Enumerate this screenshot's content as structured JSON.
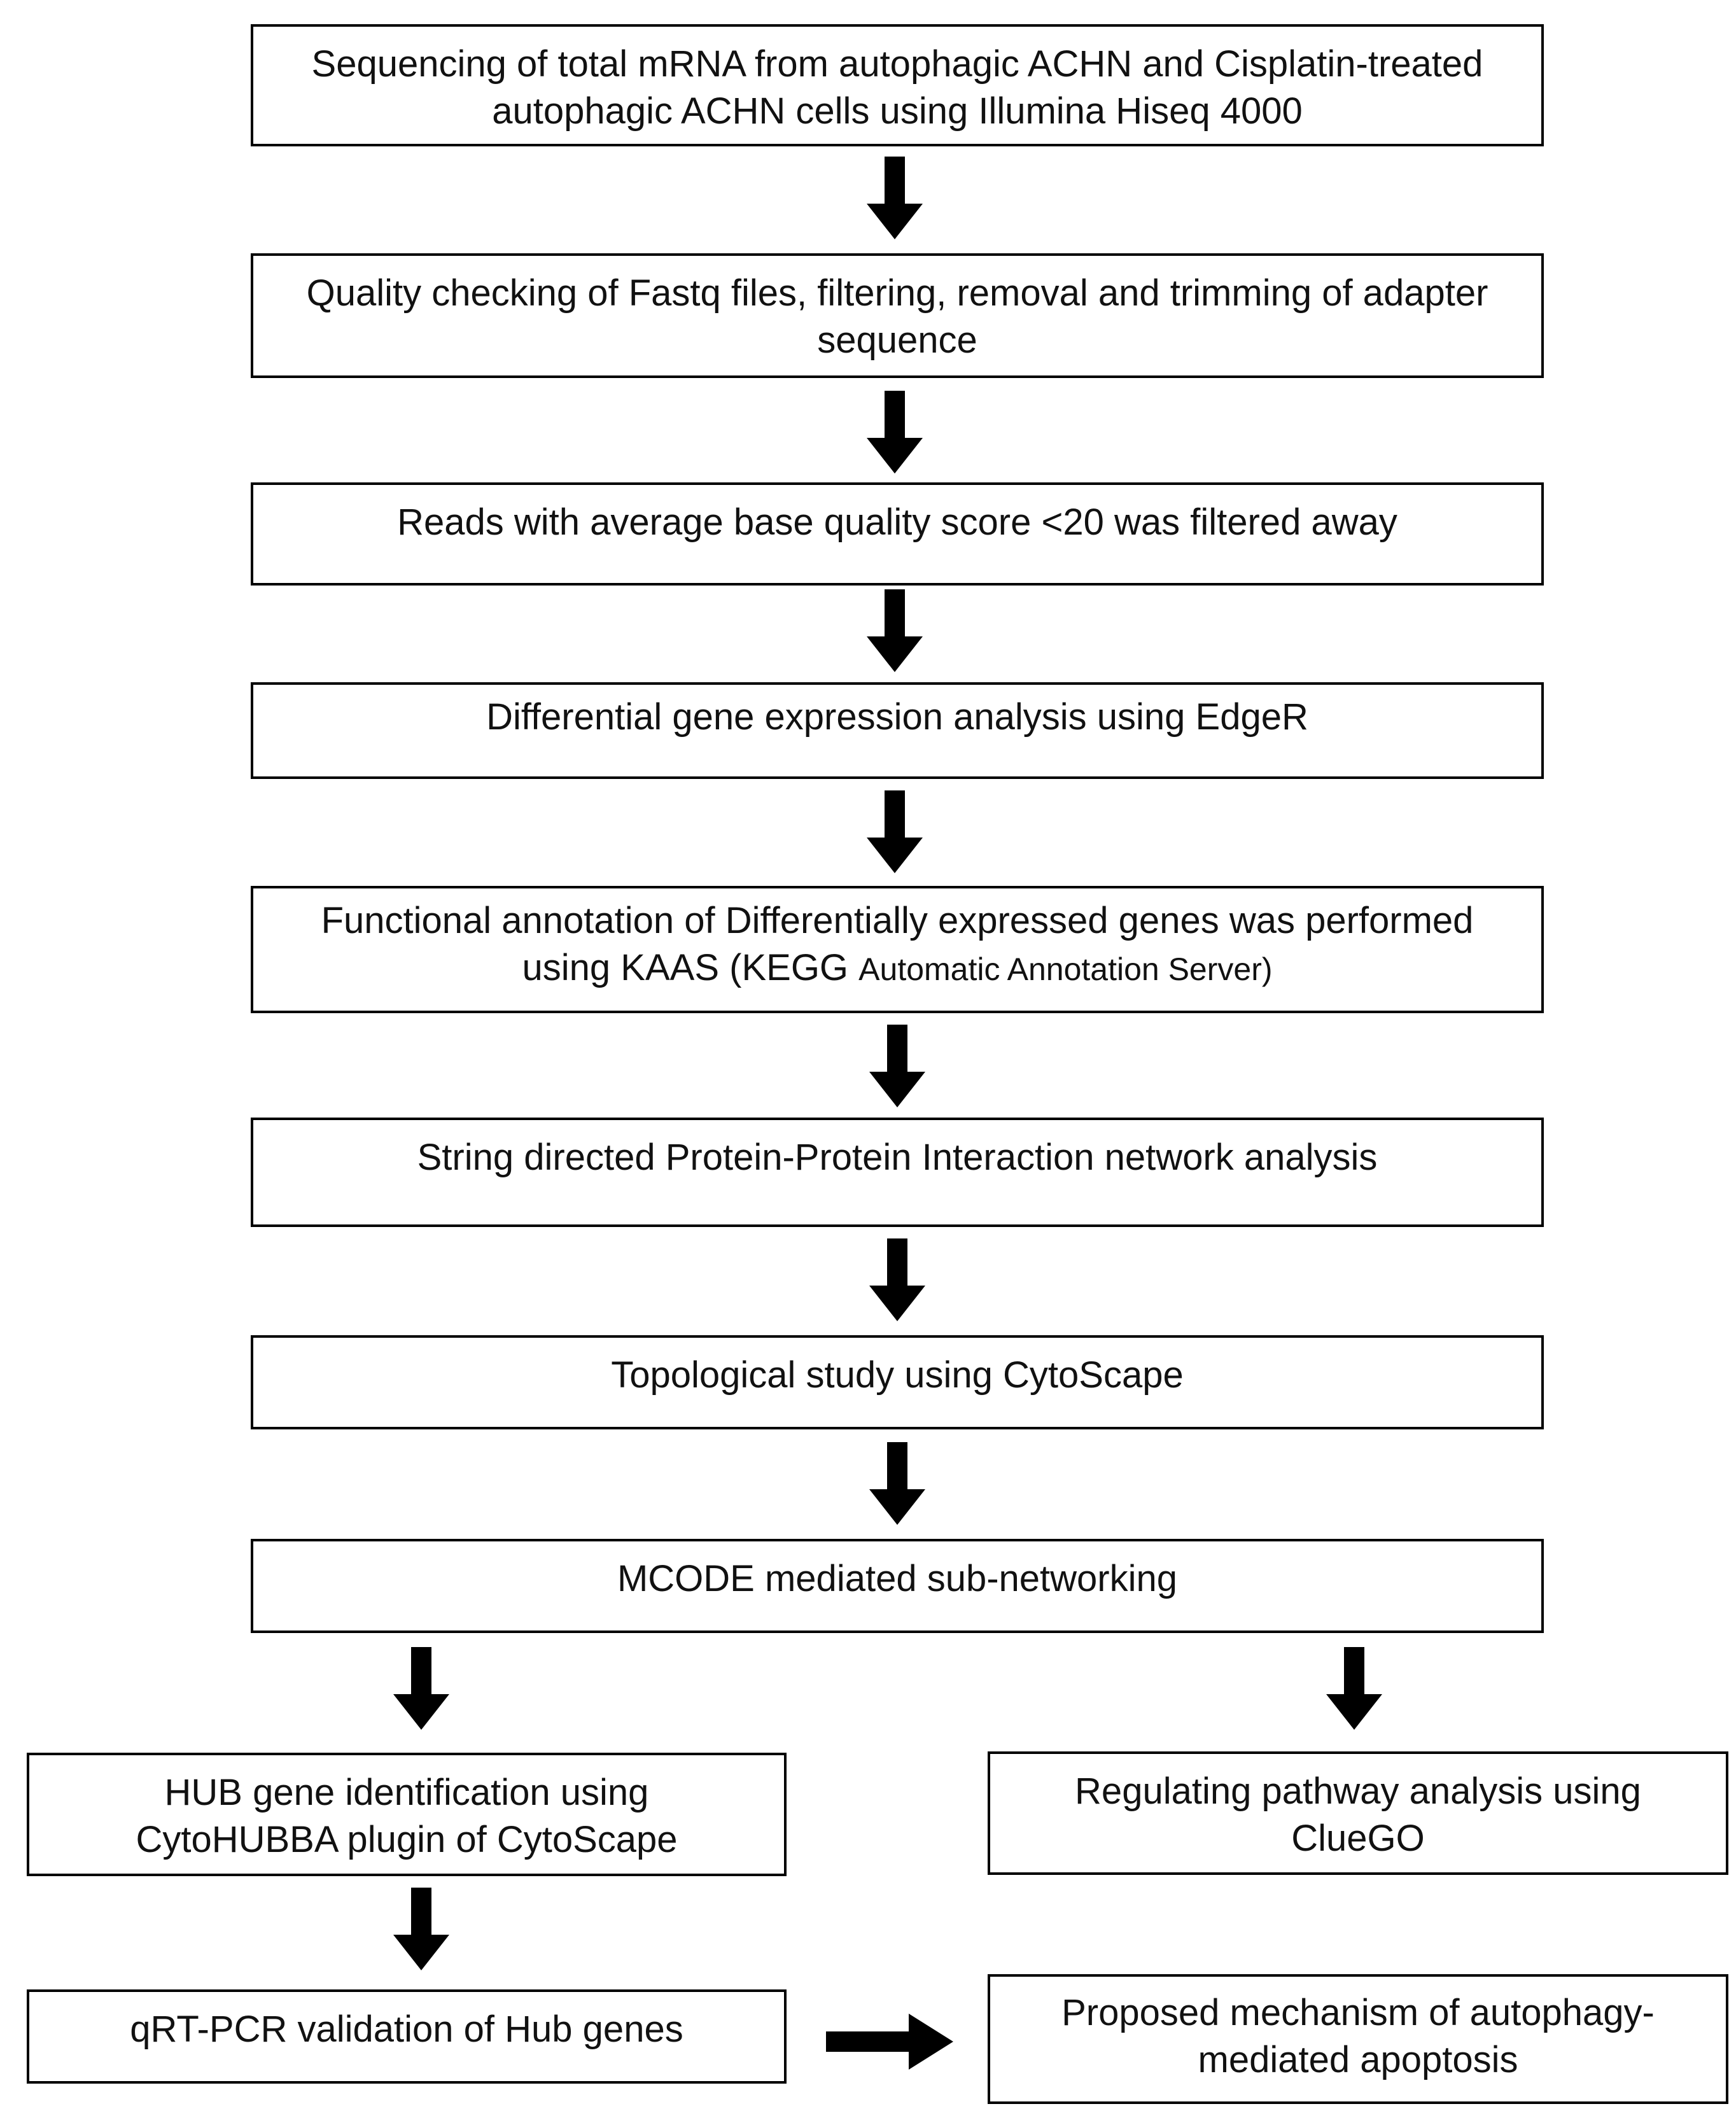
{
  "boxes": {
    "b1": {
      "lines": [
        "Sequencing of total mRNA from autophagic ACHN and Cisplatin-treated",
        "autophagic ACHN cells using Illumina Hiseq 4000"
      ]
    },
    "b2": {
      "lines": [
        "Quality checking of Fastq files, filtering, removal and trimming of adapter",
        "sequence"
      ]
    },
    "b3": {
      "lines": [
        "Reads with average base quality score <20 was filtered away"
      ]
    },
    "b4": {
      "lines": [
        "Differential gene expression analysis using EdgeR"
      ]
    },
    "b5": {
      "line1": "Functional annotation of Differentially expressed genes was performed",
      "line2_main": "using KAAS (KEGG ",
      "line2_small": "Automatic Annotation Server)"
    },
    "b6": {
      "lines": [
        "String directed Protein-Protein Interaction network analysis"
      ]
    },
    "b7": {
      "lines": [
        "Topological study using CytoScape"
      ]
    },
    "b8": {
      "lines": [
        "MCODE mediated sub-networking"
      ]
    },
    "b9": {
      "lines": [
        "HUB gene identification using",
        "CytoHUBBA plugin of CytoScape"
      ]
    },
    "b10": {
      "lines": [
        "Regulating pathway analysis using",
        "ClueGO"
      ]
    },
    "b11": {
      "lines": [
        "qRT-PCR validation of Hub genes"
      ]
    },
    "b12": {
      "lines": [
        "Proposed mechanism of autophagy-",
        "mediated apoptosis"
      ]
    }
  },
  "colors": {
    "stroke": "#000000",
    "text": "#111111",
    "background": "#ffffff"
  }
}
